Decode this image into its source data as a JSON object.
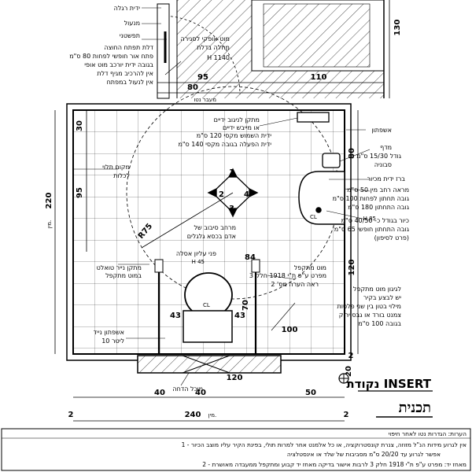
{
  "title": {
    "sheet": "תכנית",
    "insert": "נקודת INSERT"
  },
  "labels": {
    "grab_bar_top": "ידית רגלה",
    "lock": "מנעול",
    "sign": "תפשטני",
    "door_knob": "מוט אופקי לסגירה",
    "door_brake": "מחלה בדלת",
    "door_h": "H 1140",
    "door_note1": "דלת תפתח החוצה",
    "door_note2": "פתח אור חופשי לפחות 80 ס\"מ",
    "door_note3": "בגובה ידית יורכב מוט אופי",
    "door_note4": "אין להרכיב מגיף דלת",
    "door_note5": "אין לנעול במפתח",
    "free_pass": "מעבר נטו",
    "hook1": "מתקן לניגוב ידיים",
    "hook2": "או מייבש ידיים",
    "hook3": "ידית השמוש מקסי 120 ס\"מ",
    "hook4": "ידית הפעלה בגובה מקסי 140 ס\"מ",
    "bin": "אשפתון",
    "shelf1": "מדף",
    "shelf2": "גודל 15/30 ס\"מ",
    "shelf3": "סבוניה",
    "tap": "ברז ידית מכיור",
    "mirror1": "מראה רחב מין 50 ס\"מ",
    "mirror2": "גובה תחתון לפחות 100 ס\"מ",
    "mirror3": "גובה התחתון 180 ס\"מ",
    "sink1": "כיור בגודל כ- 40/50 ס\"מ",
    "sink2": "גובה התחתון חופשי 65 ס\"מ",
    "sink3": "(פרט לסיפון)",
    "sink_h": "H 85",
    "hook_wall1": "מקום תלוי",
    "hook_wall2": "לכלות",
    "turn1": "מרחב סיבוב של",
    "turn2": "אדם בכסא גלגלים",
    "floor1": "פני עליון אסלה",
    "floor2": "H 45",
    "pad1": "מתקן נייר טואלט",
    "pad2": "במוט מתקפל",
    "rail_fold": "מוט מתקפל",
    "std1": "מפרט ע\"פ ת\"י 1918 חלק 3",
    "std2": "ראה הערה מס' 2",
    "back1": "לגיגון מוט מתקפל",
    "back2": "יש לבצע בקיר",
    "back3": "מילוי בטון בין שני פלטות",
    "back4": "צמנט בורד או גבס ירוק",
    "back5": "בגובה 100 ס\"מ",
    "paper1": "אשפתון נייד",
    "paper2": "10 ליטר",
    "wc_rail": "מיכל הדחה",
    "r75": "R75",
    "n1": "1",
    "n2": "2",
    "n3": "3",
    "n4": "4",
    "cl1": "CL",
    "cl2": "CL"
  },
  "dims": {
    "d130": "130",
    "d95a": "95",
    "d110": "110",
    "d80top": "80",
    "d30": "30",
    "d80r": "80",
    "d120r": "120",
    "d95l": "95",
    "d220": "220",
    "d220s": "מין.",
    "d120bot": "120",
    "d43a": "43",
    "d43b": "43",
    "d70": "70",
    "d84": "84",
    "d100": "100",
    "d20": "20",
    "d2a": "2",
    "d40a": "40",
    "d40b": "40",
    "d50": "50",
    "d240": "240",
    "d240s": "מין.",
    "d2b": "2",
    "d2c": "2"
  },
  "notes": {
    "heading": "הערות: הגדרות נטו לאחר חיפוי",
    "n1": "1 - אין לגרוע מידות הנ\"ל מזוזה, צנרת קונסטרוקציה, או כל אלמנט אחר למרות תולי, בפינת הקיר עליו מוצב הכיור",
    "n1b": "אפשר לגרוע עד 20/20 ס\"מ מסביבות של שלד או אינסטלציה",
    "n2": "2 - מאחז יד: מפרט ע\"פ ת\"י 1918 חלק 3 לרבות אישור בדיקה מאחז יד קבוע ומתקפל ממעבדה מאושרת"
  }
}
